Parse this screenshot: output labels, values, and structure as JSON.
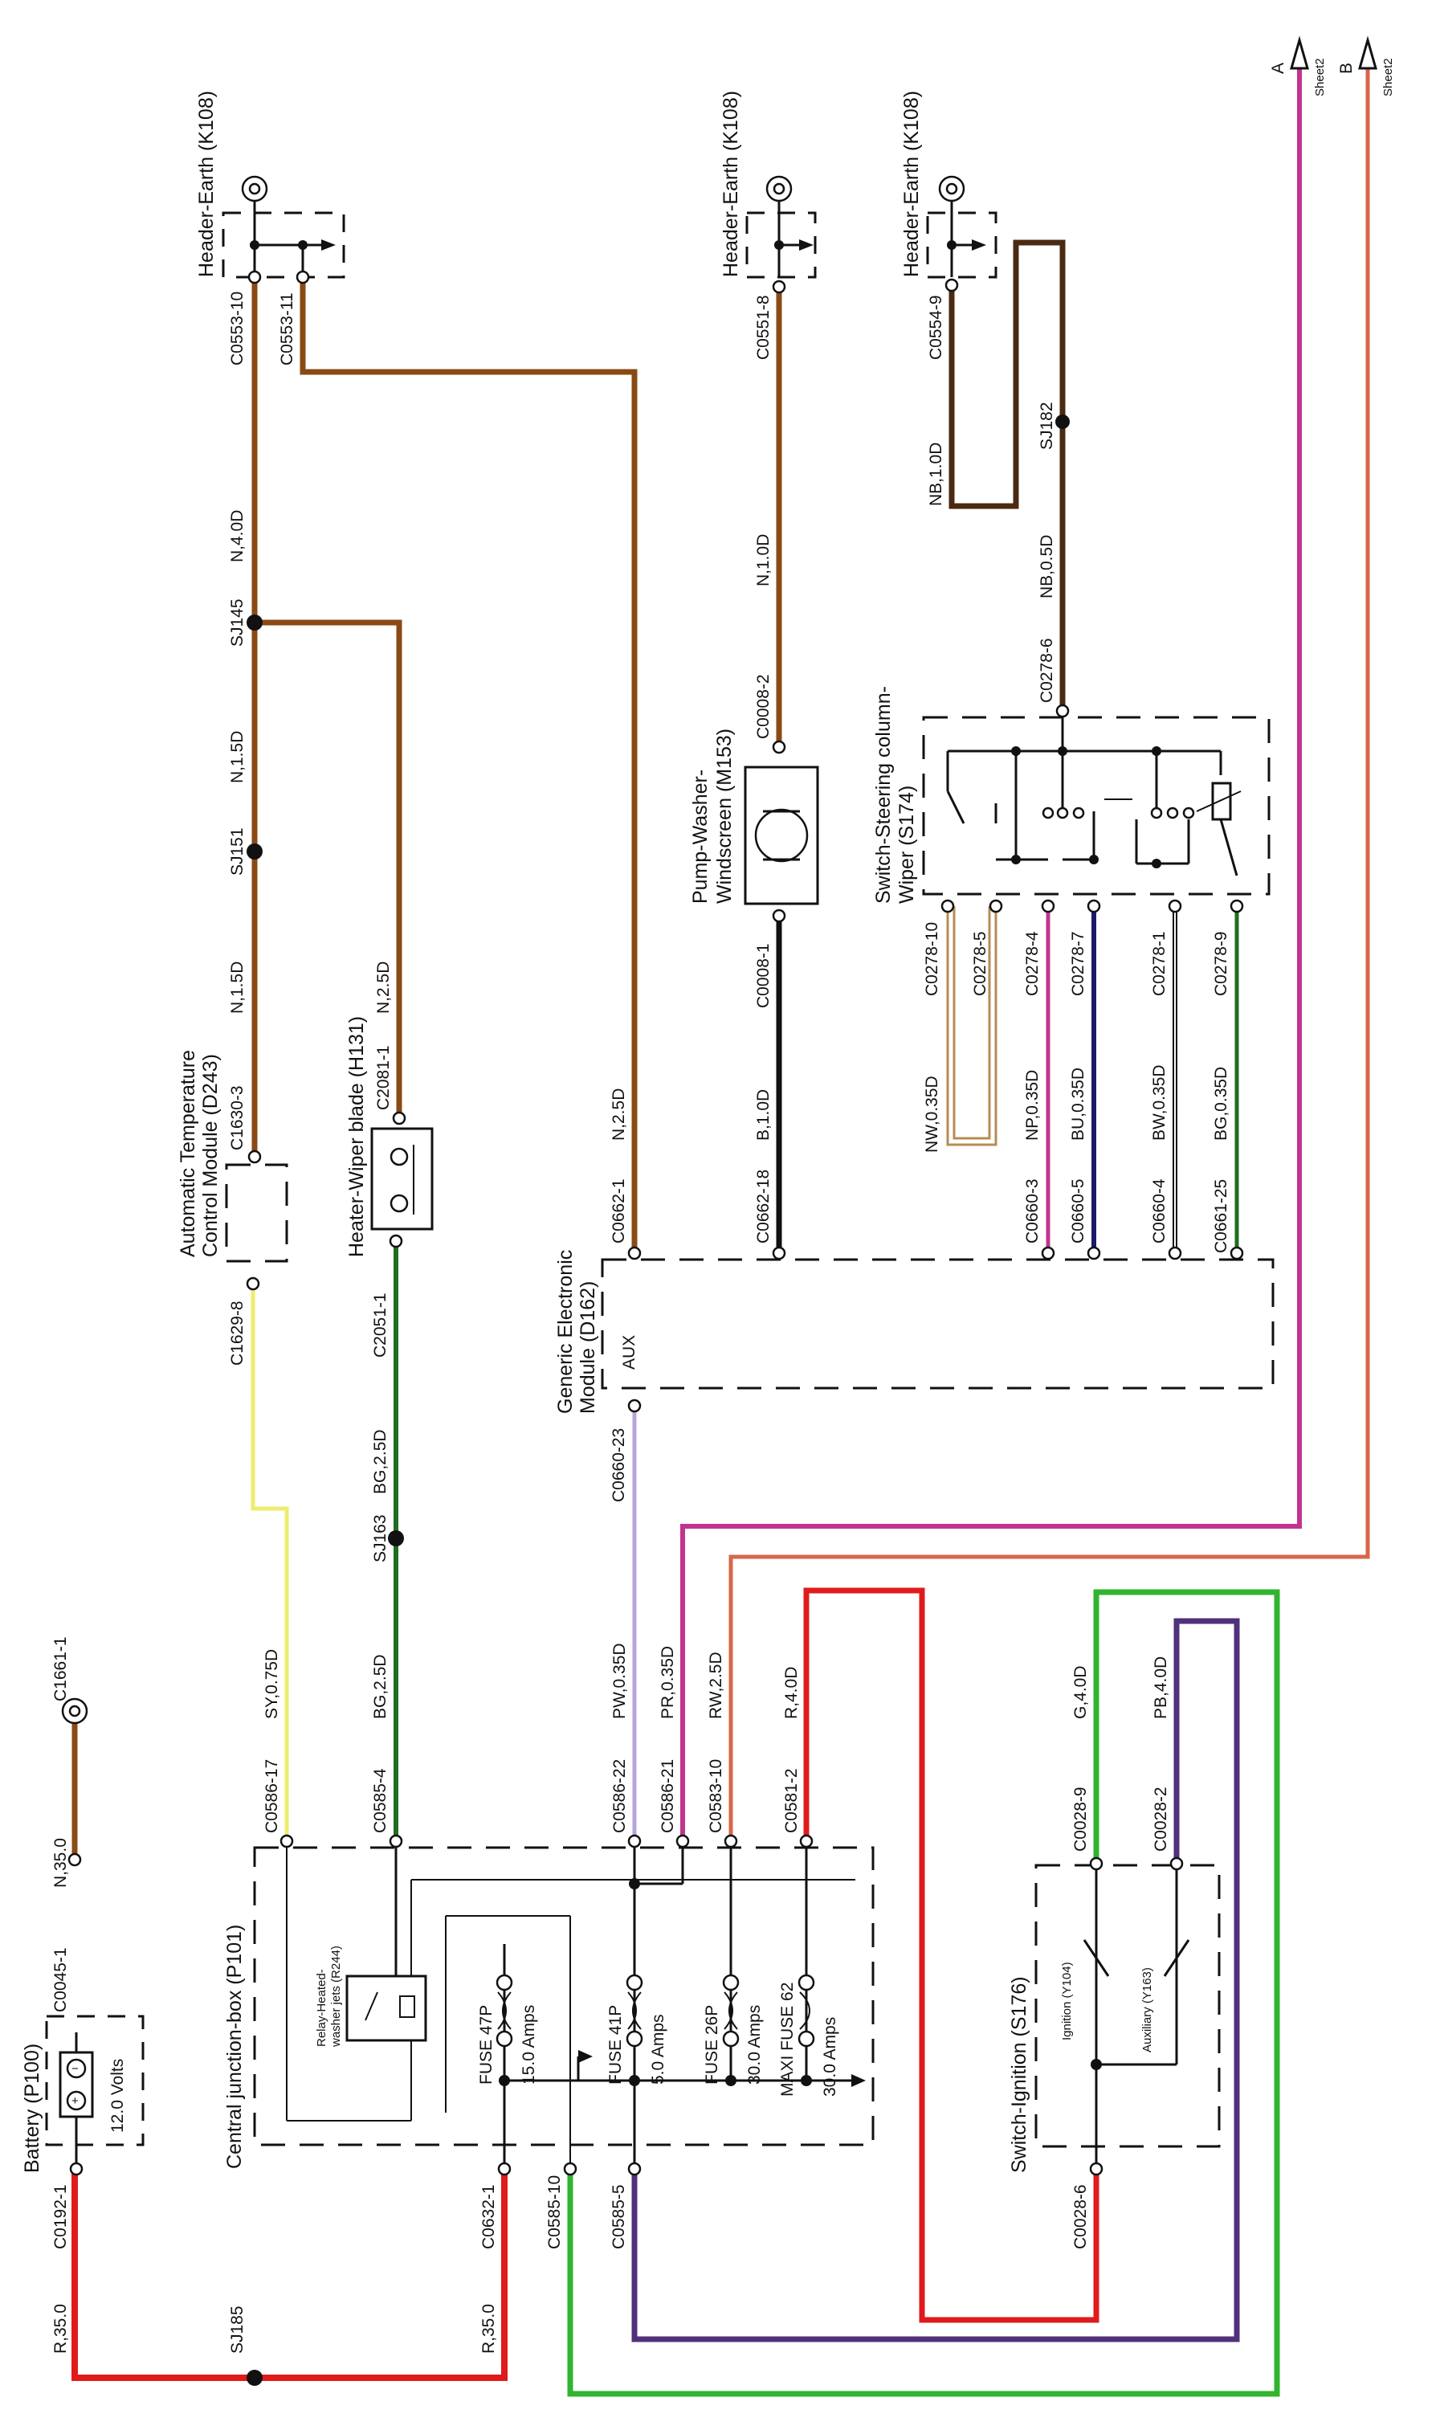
{
  "colors": {
    "brown": "#8a4a14",
    "red": "#e01b1b",
    "green": "#2fb52f",
    "purple": "#50317a",
    "magenta": "#c2348f",
    "yellow": "#eded6e",
    "black": "#111111",
    "navy": "#1c1a6b",
    "lavender": "#b9a4d9",
    "salmon": "#d8664b",
    "tan": "#b58d53",
    "darkgreen": "#1f6e1f",
    "darkbrown": "#4a2a12"
  },
  "components": {
    "battery": "Battery (P100)",
    "battery_volts": "12.0 Volts",
    "cjb": "Central junction-box (P101)",
    "relay": "Relay-Heated-washer jets (R244)",
    "atc_line1": "Automatic Temperature",
    "atc_line2": "Control Module (D243)",
    "heater": "Heater-Wiper blade (H131)",
    "gem_line1": "Generic Electronic",
    "gem_line2": "Module (D162)",
    "gem_aux": "AUX",
    "pump_line1": "Pump-Washer-",
    "pump_line2": "Windscreen (M153)",
    "sws_line1": "Switch-Steering column-",
    "sws_line2": "Wiper (S174)",
    "ign": "Switch-Ignition (S176)",
    "ign_y104": "Ignition (Y104)",
    "ign_y163": "Auxiliary (Y163)",
    "header_earth": "Header-Earth (K108)",
    "sheet_a": "A",
    "sheet_b": "B",
    "sheet2": "Sheet2"
  },
  "fuses": [
    {
      "name": "FUSE 47P",
      "rating": "15.0 Amps"
    },
    {
      "name": "FUSE 41P",
      "rating": "5.0 Amps"
    },
    {
      "name": "FUSE 26P",
      "rating": "30.0 Amps"
    },
    {
      "name": "MAXI FUSE 62",
      "rating": "30.0 Amps"
    }
  ],
  "connectors": {
    "c1661_1": "C1661-1",
    "c0045_1": "C0045-1",
    "c0192_1": "C0192-1",
    "c0586_17": "C0586-17",
    "c0585_4": "C0585-4",
    "c0586_22": "C0586-22",
    "c0586_21": "C0586-21",
    "c0583_10": "C0583-10",
    "c0581_2": "C0581-2",
    "c0632_1": "C0632-1",
    "c0585_10": "C0585-10",
    "c0585_5": "C0585-5",
    "c0028_9": "C0028-9",
    "c0028_2": "C0028-2",
    "c0028_6": "C0028-6",
    "c1629_8": "C1629-8",
    "c1630_3": "C1630-3",
    "c2051_1": "C2051-1",
    "c2081_1": "C2081-1",
    "c0660_23": "C0660-23",
    "c0662_1": "C0662-1",
    "c0662_18": "C0662-18",
    "c0008_1": "C0008-1",
    "c0008_2": "C0008-2",
    "c0553_10": "C0553-10",
    "c0553_11": "C0553-11",
    "c0551_8": "C0551-8",
    "c0554_9": "C0554-9",
    "c0278_6": "C0278-6",
    "c0278_10": "C0278-10",
    "c0278_5": "C0278-5",
    "c0278_4": "C0278-4",
    "c0278_7": "C0278-7",
    "c0278_1": "C0278-1",
    "c0278_9": "C0278-9",
    "c0660_3": "C0660-3",
    "c0660_5": "C0660-5",
    "c0660_4": "C0660-4",
    "c0661_25": "C0661-25"
  },
  "wires": {
    "r35_left": "R,35.0",
    "r35_right": "R,35.0",
    "n35": "N,35.0",
    "sy075": "SY,0.75D",
    "bg25a": "BG,2.5D",
    "bg25b": "BG,2.5D",
    "pw035": "PW,0.35D",
    "pr035": "PR,0.35D",
    "rw25": "RW,2.5D",
    "r40": "R,4.0D",
    "g40": "G,4.0D",
    "pb40": "PB,4.0D",
    "n15a": "N,1.5D",
    "n15b": "N,1.5D",
    "n40": "N,4.0D",
    "n25a": "N,2.5D",
    "n25b": "N,2.5D",
    "b10": "B,1.0D",
    "n10": "N,1.0D",
    "nb10": "NB,1.0D",
    "nb05": "NB,0.5D",
    "nw035": "NW,0.35D",
    "np035": "NP,0.35D",
    "bu035": "BU,0.35D",
    "bw035": "BW,0.35D",
    "bg035": "BG,0.35D"
  },
  "splices": {
    "sj185": "SJ185",
    "sj163": "SJ163",
    "sj151": "SJ151",
    "sj145": "SJ145",
    "sj182": "SJ182"
  }
}
